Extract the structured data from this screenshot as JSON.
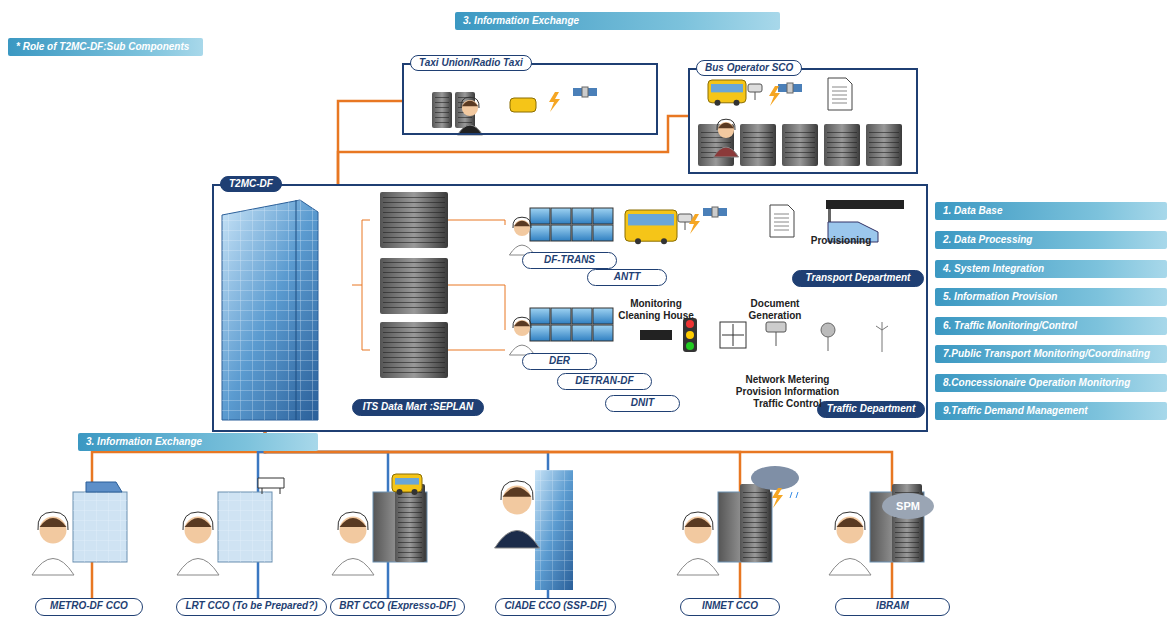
{
  "diagram": {
    "nodes": [
      {
        "text": [
          "3. Information Exchange"
        ]
      },
      {
        "text": [
          "* Role of T2MC-DF:Sub Components"
        ]
      },
      {
        "text": [
          "Taxi Union/Radio Taxi"
        ]
      },
      {
        "text": [
          "Bus Operator SCO"
        ]
      },
      {
        "text": [
          "T2MC-DF"
        ]
      },
      {
        "text": [
          "DF-TRANS"
        ],
        "in": 4
      },
      {
        "text": [
          "ANTT"
        ],
        "in": 4
      },
      {
        "text": [
          "Transport Department"
        ],
        "in": 4
      },
      {
        "text": [
          "DER"
        ],
        "in": 4
      },
      {
        "text": [
          "DETRAN-DF"
        ],
        "in": 4
      },
      {
        "text": [
          "DNIT"
        ],
        "in": 4
      },
      {
        "text": [
          "ITS Data Mart :SEPLAN"
        ],
        "in": 4
      },
      {
        "text": [
          "Traffic Department"
        ],
        "in": 4
      },
      {
        "text": [
          "1. Data Base"
        ]
      },
      {
        "text": [
          "2. Data Processing"
        ]
      },
      {
        "text": [
          "4. System Integration"
        ]
      },
      {
        "text": [
          "5. Information Provision"
        ]
      },
      {
        "text": [
          "6. Traffic Monitoring/Control"
        ]
      },
      {
        "text": [
          "7.Public Transport  Monitoring/Coordinating"
        ]
      },
      {
        "text": [
          "8.Concessionaire Operation  Monitoring"
        ]
      },
      {
        "text": [
          "9.Traffic Demand Management"
        ]
      },
      {
        "text": [
          "3. Information Exchange"
        ]
      },
      {
        "text": [
          "METRO-DF CCO"
        ]
      },
      {
        "text": [
          "LRT CCO (To be Prepared?)"
        ]
      },
      {
        "text": [
          "BRT CCO (Expresso-DF)"
        ]
      },
      {
        "text": [
          "CIADE CCO (SSP-DF)"
        ]
      },
      {
        "text": [
          "INMET CCO"
        ]
      },
      {
        "text": [
          "IBRAM"
        ]
      }
    ],
    "edges": [
      {
        "from": 4,
        "to": 2,
        "arrow": "none"
      },
      {
        "from": 4,
        "to": 3,
        "arrow": "none"
      },
      {
        "from": 4,
        "to": 22,
        "arrow": "none"
      },
      {
        "from": 4,
        "to": 23,
        "arrow": "none"
      },
      {
        "from": 4,
        "to": 24,
        "arrow": "none"
      },
      {
        "from": 4,
        "to": 25,
        "arrow": "none"
      },
      {
        "from": 4,
        "to": 26,
        "arrow": "none"
      },
      {
        "from": 4,
        "to": 27,
        "arrow": "none"
      }
    ],
    "labels": [
      "Monitoring Cleaning House",
      "Document Generation",
      "Provisioning",
      "Network Metering Provision Information Traffic Control",
      "SPM"
    ]
  }
}
